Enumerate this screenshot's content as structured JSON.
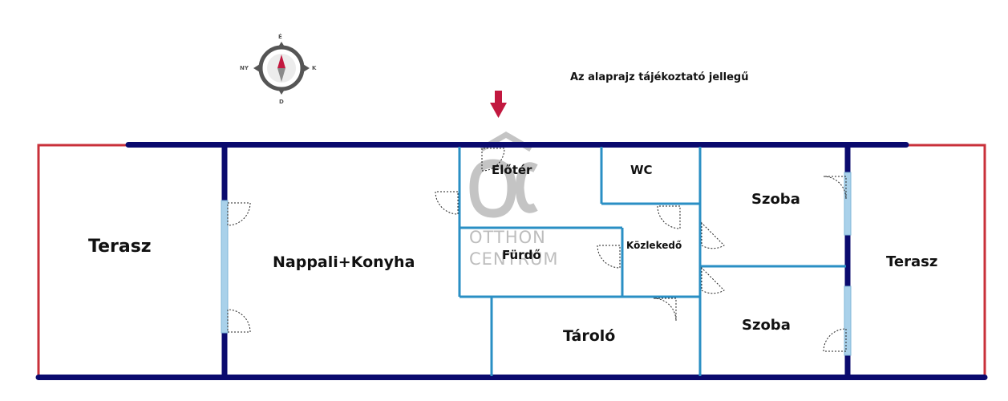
{
  "notice": "Az alaprajz tájékoztató jellegű",
  "compass": {
    "north": "É",
    "south": "D",
    "east": "K",
    "west": "NY"
  },
  "watermark": {
    "logo": "OC",
    "line1": "OTTHON",
    "line2": "CENTRUM"
  },
  "rooms": {
    "terrace_left": "Terasz",
    "living_kitchen": "Nappali+Konyha",
    "hall": "Előtér",
    "wc": "WC",
    "bathroom": "Fürdő",
    "corridor": "Közlekedő",
    "storage": "Tároló",
    "room_upper": "Szoba",
    "room_lower": "Szoba",
    "terrace_right": "Terasz"
  },
  "colors": {
    "outer_wall": "#0a0a6e",
    "terrace_outline": "#c9303a",
    "inner_wall": "#2a8fc4",
    "window": "#a9d1ea",
    "entrance_arrow": "#c2183f",
    "compass": "#555555",
    "watermark": "#bdbdbd"
  }
}
